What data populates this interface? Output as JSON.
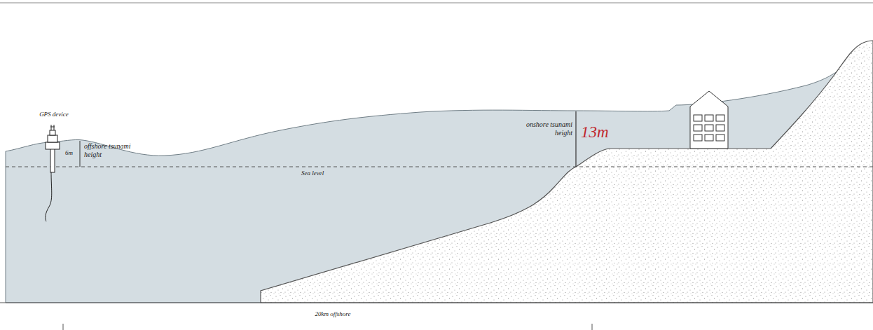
{
  "diagram": {
    "labels": [
      "GPS device",
      "6m",
      "offshore tsunami height",
      "Sea level",
      "onshore tsunami height",
      "13m",
      "20km offshore"
    ]
  }
}
